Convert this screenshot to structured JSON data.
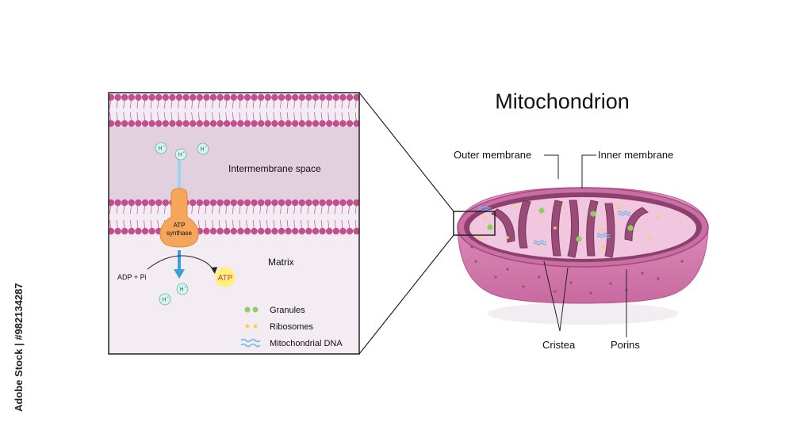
{
  "diagram": {
    "title": "Mitochondrion",
    "inset_labels": {
      "intermembrane_space": "Intermembrane space",
      "matrix": "Matrix",
      "atp_synthase_line1": "ATP",
      "atp_synthase_line2": "synthase",
      "adp_pi": "ADP + Pi",
      "atp": "ATP",
      "proton": "H",
      "proton_superscript": "+"
    },
    "legend": [
      {
        "label": "Granules",
        "icon": "green-granules-icon"
      },
      {
        "label": "Ribosomes",
        "icon": "yellow-ribosomes-icon"
      },
      {
        "label": "Mitochondrial DNA",
        "icon": "blue-dna-icon"
      }
    ],
    "callouts": {
      "outer_membrane": "Outer membrane",
      "inner_membrane": "Inner membrane",
      "cristea": "Cristea",
      "porins": "Porins"
    },
    "stock_id": "Adobe Stock | #982134287",
    "colors": {
      "membrane_head": "#c0508f",
      "inset_band": "#e2d0de",
      "matrix_bg": "#f3ecf2",
      "atp_synthase": "#f5a65b",
      "proton_fill": "#d9f3ef",
      "granule": "#8fcf62",
      "ribosome": "#f1d54a",
      "dna": "#7ab7e3",
      "outer_body": "#d97fb0",
      "inner_fill": "#f0c7df",
      "atp_glow": "#fff06a",
      "atp_text": "#e0302a"
    }
  }
}
